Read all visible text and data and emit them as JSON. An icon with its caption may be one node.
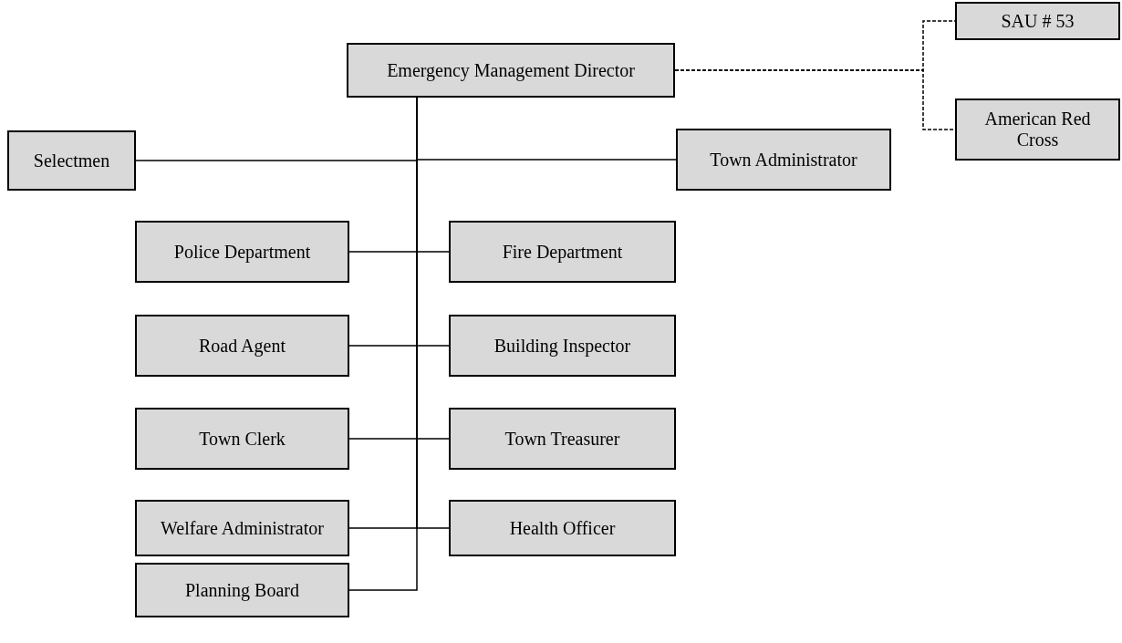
{
  "diagram": {
    "nodes": [
      {
        "text": [
          "Emergency Management Director"
        ]
      },
      {
        "text": [
          "SAU # 53"
        ]
      },
      {
        "text": [
          "American Red Cross"
        ]
      },
      {
        "text": [
          "Selectmen"
        ]
      },
      {
        "text": [
          "Town Administrator"
        ]
      },
      {
        "text": [
          "Police Department"
        ]
      },
      {
        "text": [
          "Fire Department"
        ]
      },
      {
        "text": [
          "Road Agent"
        ]
      },
      {
        "text": [
          "Building Inspector"
        ]
      },
      {
        "text": [
          "Town Clerk"
        ]
      },
      {
        "text": [
          "Town Treasurer"
        ]
      },
      {
        "text": [
          "Welfare Administrator"
        ]
      },
      {
        "text": [
          "Health Officer"
        ]
      },
      {
        "text": [
          "Planning Board"
        ]
      }
    ],
    "edges": [
      {
        "from": 0,
        "to": 1,
        "arrow": "none",
        "style": "dashed"
      },
      {
        "from": 0,
        "to": 2,
        "arrow": "none",
        "style": "dashed"
      },
      {
        "from": 0,
        "to": 3,
        "arrow": "none"
      },
      {
        "from": 0,
        "to": 4,
        "arrow": "none"
      },
      {
        "from": 0,
        "to": 5,
        "arrow": "none"
      },
      {
        "from": 0,
        "to": 6,
        "arrow": "none"
      },
      {
        "from": 0,
        "to": 7,
        "arrow": "none"
      },
      {
        "from": 0,
        "to": 8,
        "arrow": "none"
      },
      {
        "from": 0,
        "to": 9,
        "arrow": "none"
      },
      {
        "from": 0,
        "to": 10,
        "arrow": "none"
      },
      {
        "from": 0,
        "to": 11,
        "arrow": "none"
      },
      {
        "from": 0,
        "to": 12,
        "arrow": "none"
      },
      {
        "from": 0,
        "to": 13,
        "arrow": "none"
      }
    ]
  }
}
